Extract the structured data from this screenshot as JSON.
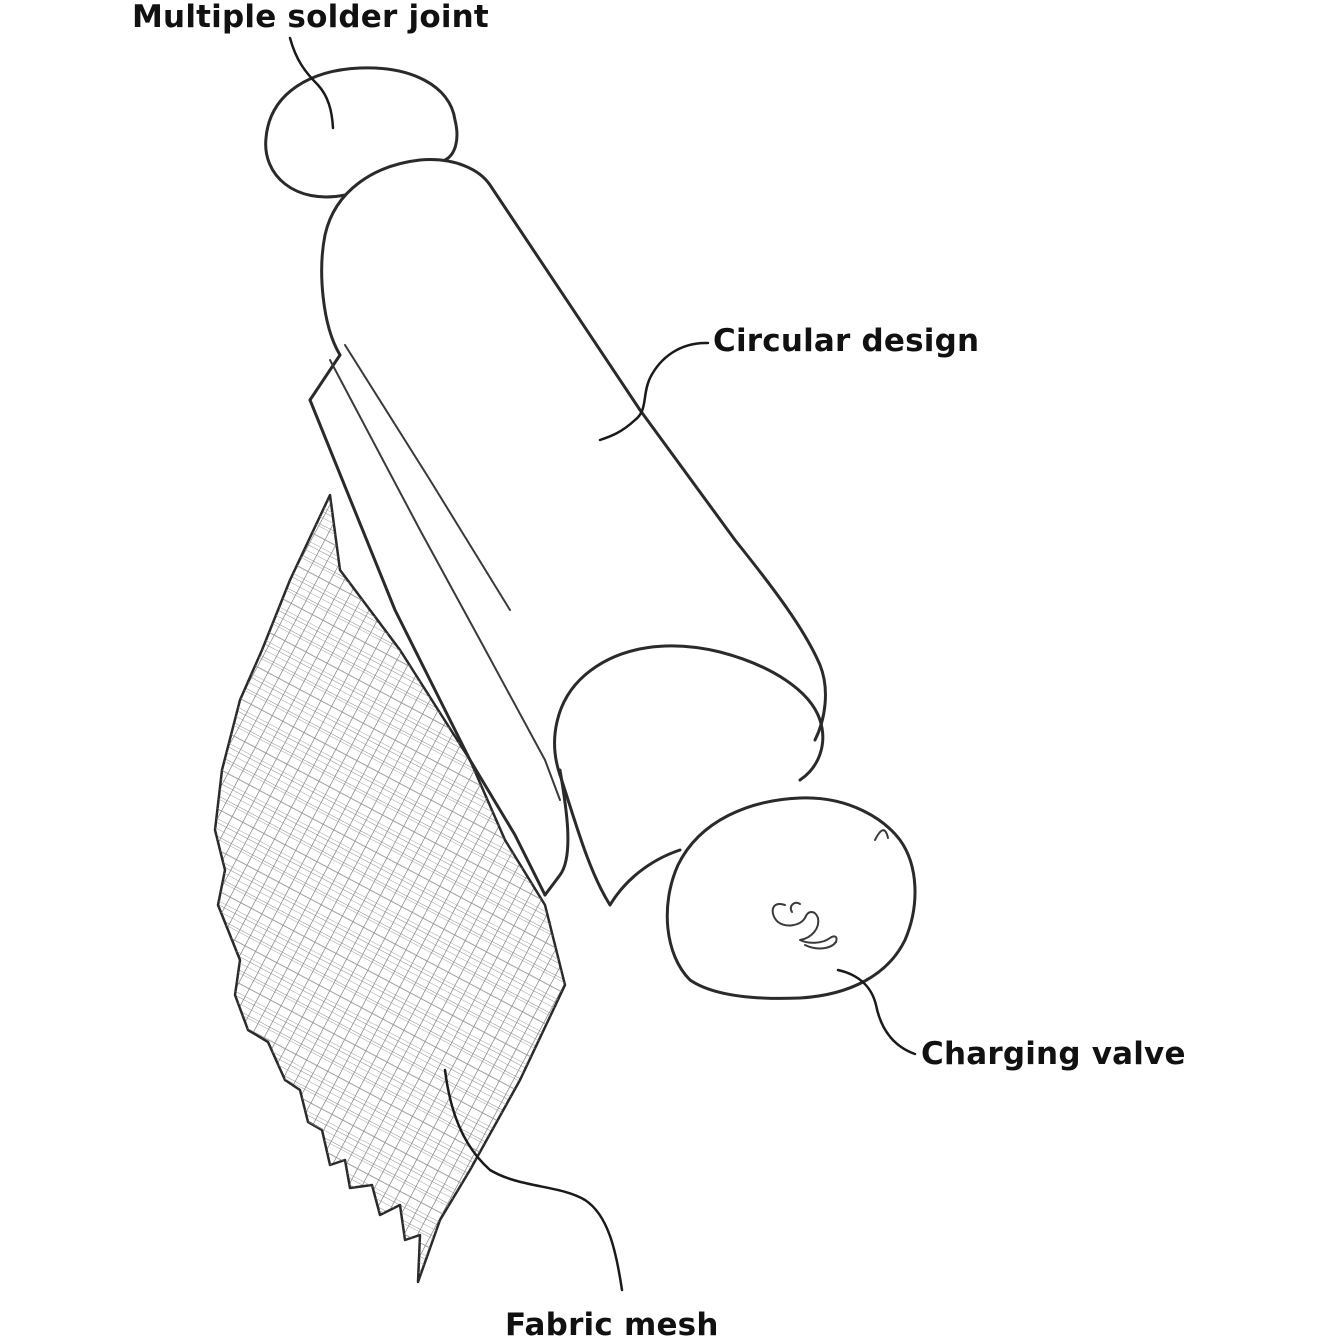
{
  "labels": {
    "solder_joint": "Multiple solder joint",
    "circular_design": "Circular design",
    "charging_valve": "Charging valve",
    "fabric_mesh": "Fabric mesh"
  },
  "colors": {
    "ink": "#2a2a2a",
    "label": "#111111",
    "background": "#ffffff"
  }
}
